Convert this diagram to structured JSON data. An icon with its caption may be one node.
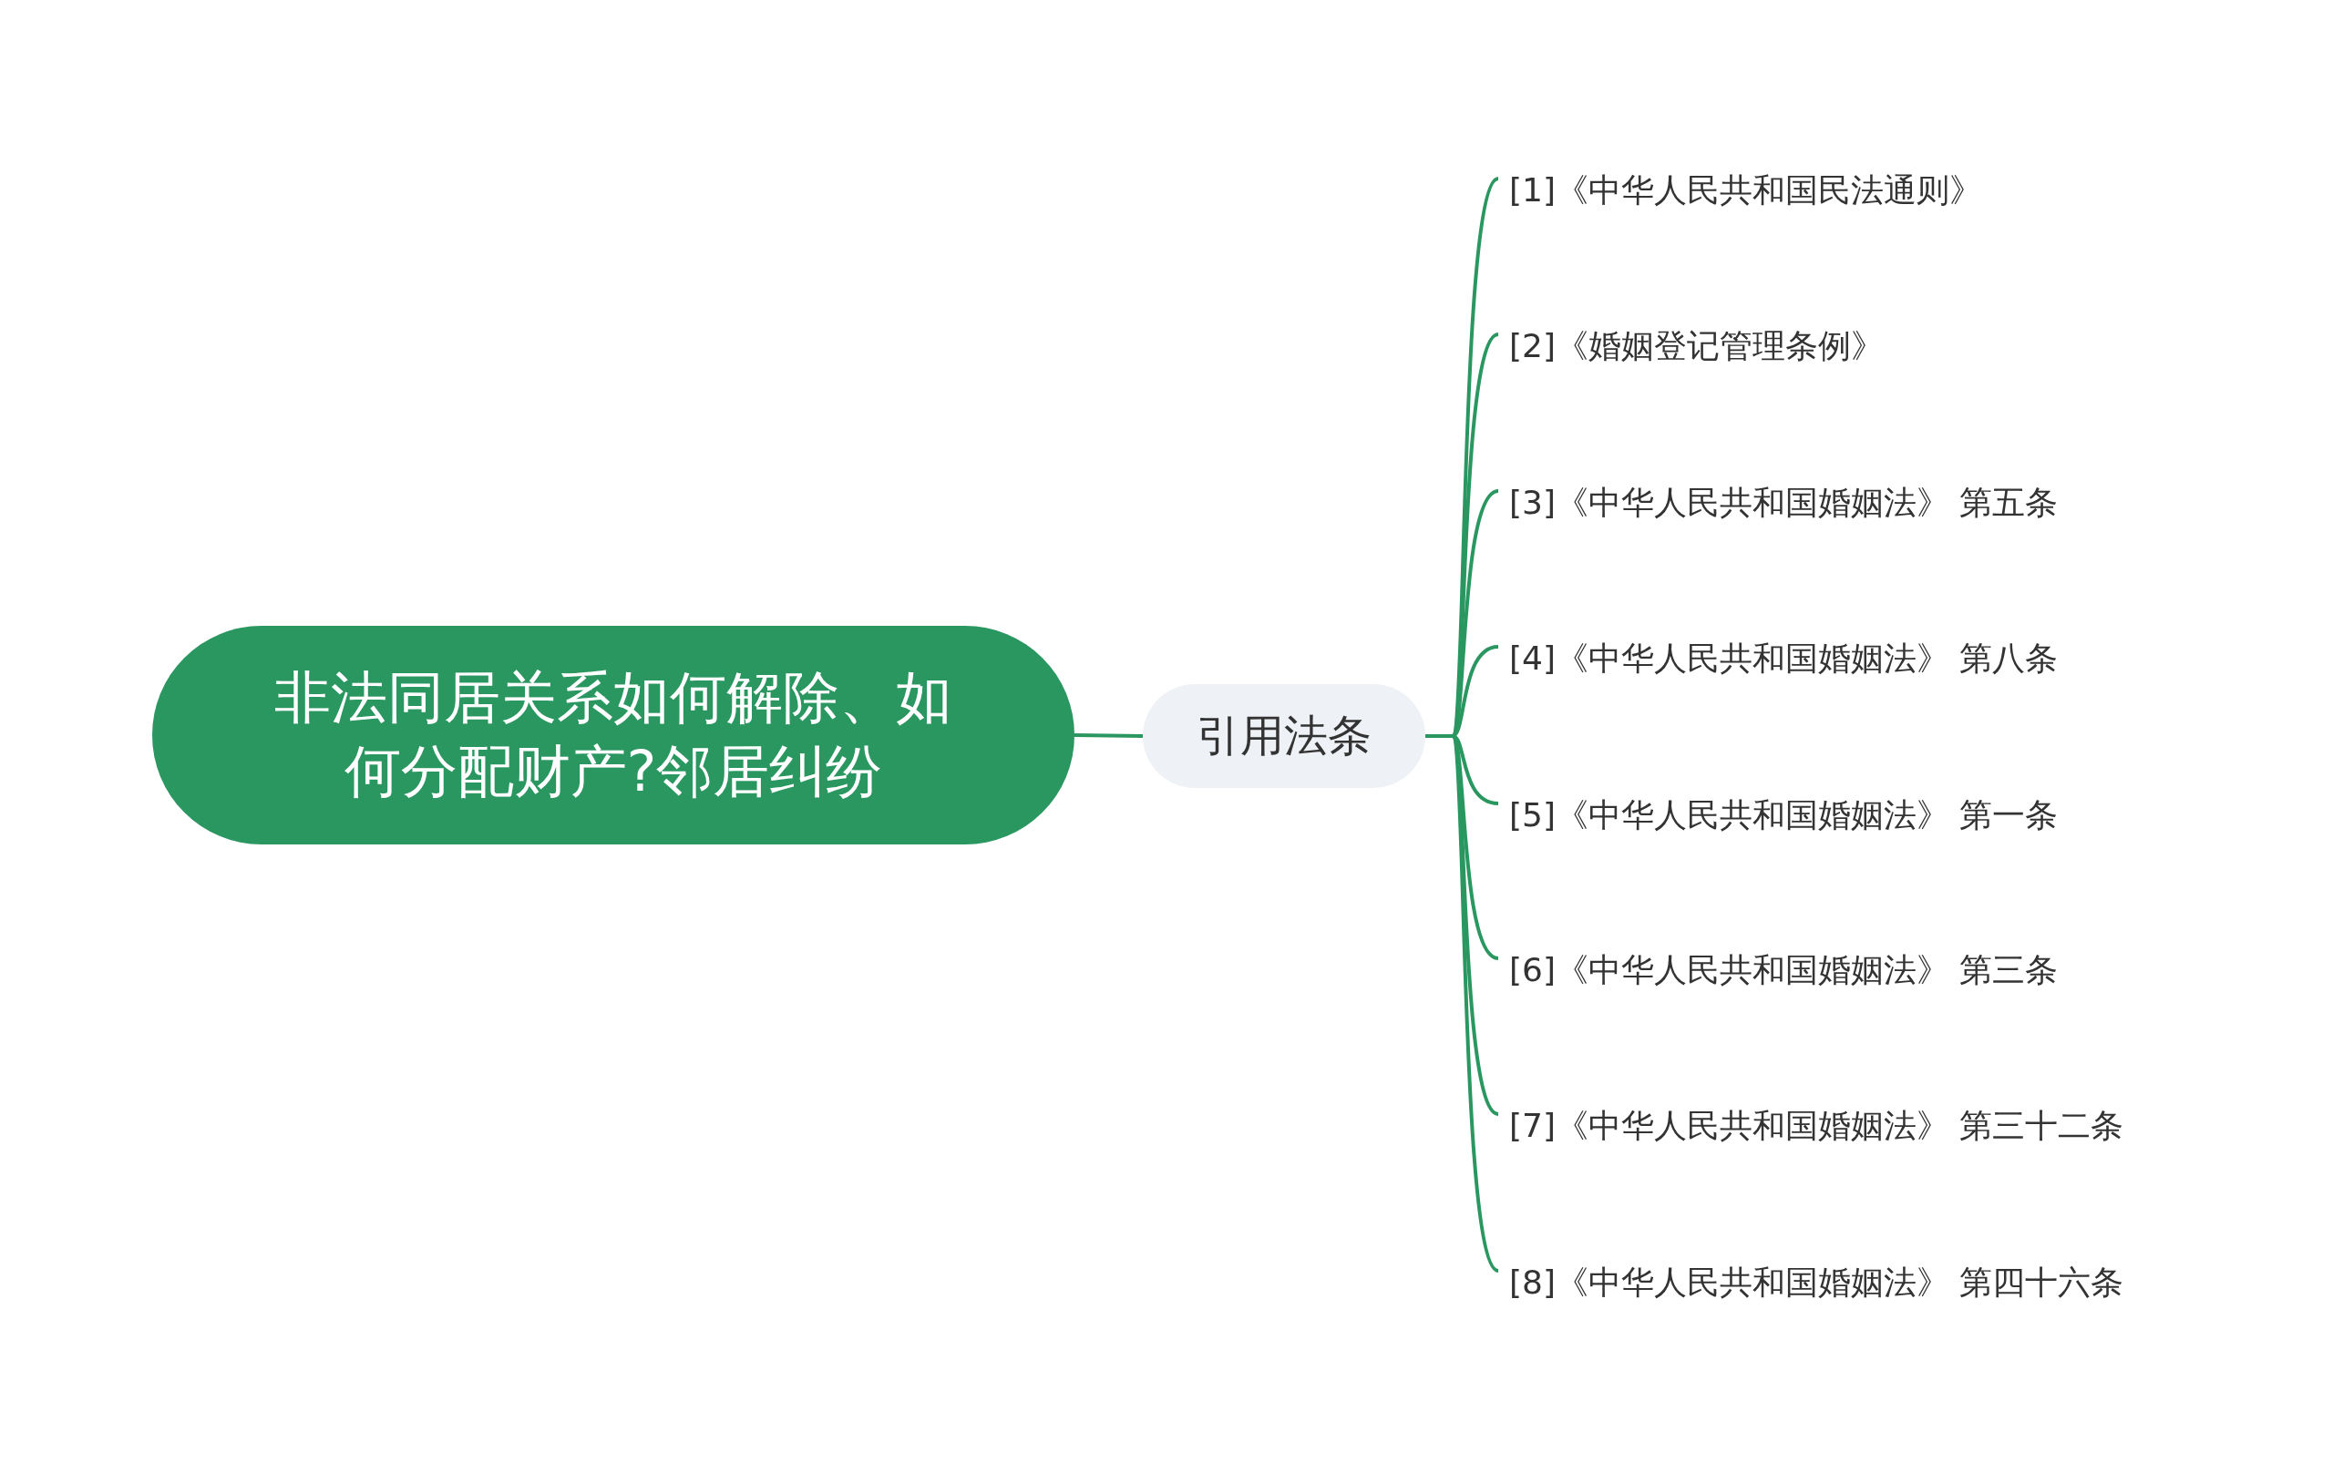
{
  "diagram": {
    "nodes": [
      {
        "text": [
          "非法同居关系如何解除、如何分配财产?邻居纠纷"
        ]
      },
      {
        "text": [
          "引用法条"
        ]
      },
      {
        "text": [
          "[1]《中华人民共和国民法通则》"
        ]
      },
      {
        "text": [
          "[2]《婚姻登记管理条例》"
        ]
      },
      {
        "text": [
          "[3]《中华人民共和国婚姻法》 第五条"
        ]
      },
      {
        "text": [
          "[4]《中华人民共和国婚姻法》 第八条"
        ]
      },
      {
        "text": [
          "[5]《中华人民共和国婚姻法》 第一条"
        ]
      },
      {
        "text": [
          "[6]《中华人民共和国婚姻法》 第三条"
        ]
      },
      {
        "text": [
          "[7]《中华人民共和国婚姻法》 第三十二条"
        ]
      },
      {
        "text": [
          "[8]《中华人民共和国婚姻法》 第四十六条"
        ]
      }
    ],
    "edges": [
      {
        "from": 0,
        "to": 1,
        "arrow": "none"
      },
      {
        "from": 1,
        "to": 2,
        "arrow": "none"
      },
      {
        "from": 1,
        "to": 3,
        "arrow": "none"
      },
      {
        "from": 1,
        "to": 4,
        "arrow": "none"
      },
      {
        "from": 1,
        "to": 5,
        "arrow": "none"
      },
      {
        "from": 1,
        "to": 6,
        "arrow": "none"
      },
      {
        "from": 1,
        "to": 7,
        "arrow": "none"
      },
      {
        "from": 1,
        "to": 8,
        "arrow": "none"
      },
      {
        "from": 1,
        "to": 9,
        "arrow": "none"
      }
    ]
  }
}
